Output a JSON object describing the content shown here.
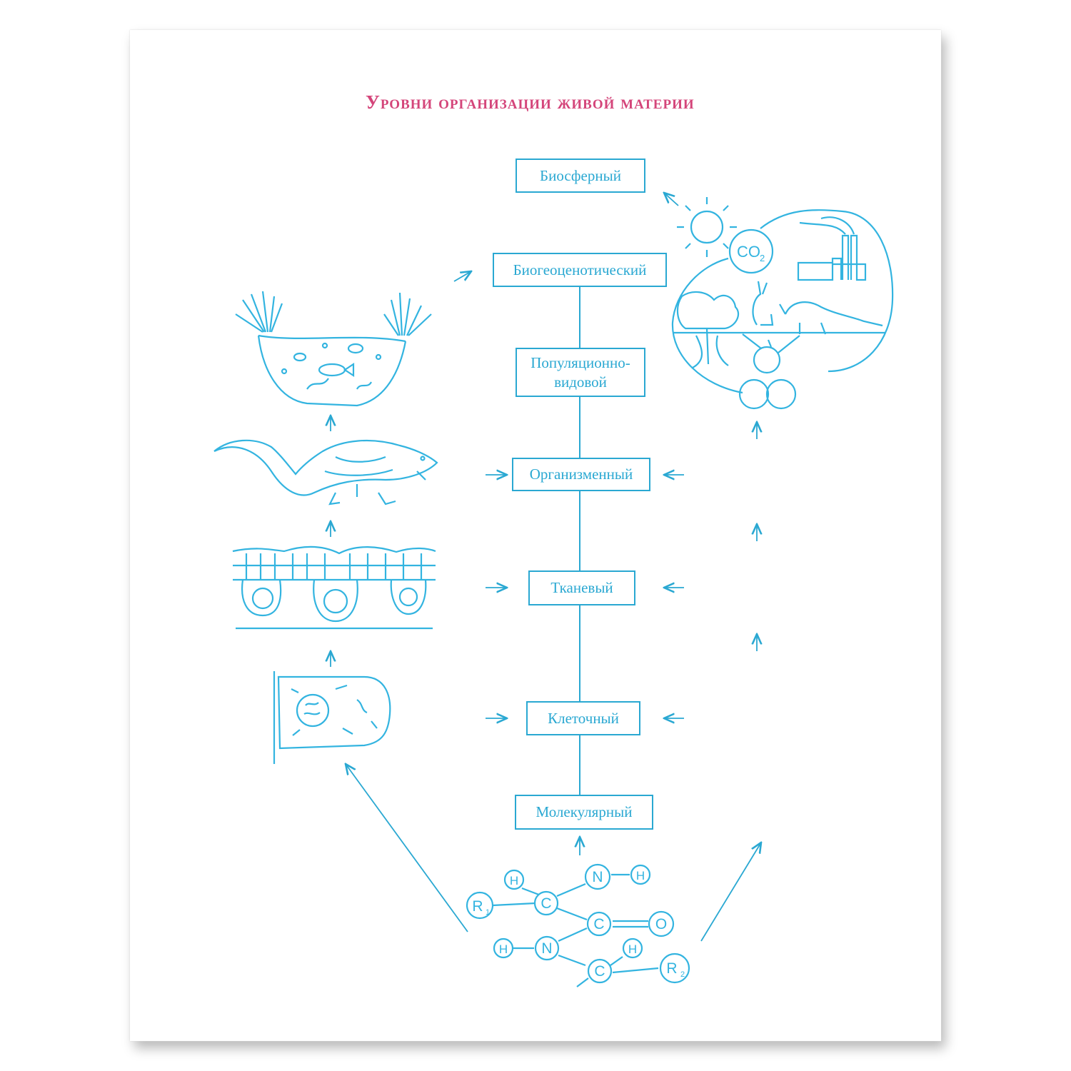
{
  "title": "Уровни организации живой материи",
  "levels": {
    "biosphere": "Биосферный",
    "biogeocenotic": "Биогеоценотический",
    "population_l1": "Популяционно-",
    "population_l2": "видовой",
    "organism": "Организменный",
    "tissue": "Тканевый",
    "cell": "Клеточный",
    "molecular": "Молекулярный"
  },
  "molecule": {
    "r1": "R",
    "r1_sub": "1",
    "r2": "R",
    "r2_sub": "2",
    "h": "H",
    "c": "C",
    "n": "N",
    "o": "O"
  },
  "ecosystem": {
    "co2": "CO",
    "co2_sub": "2"
  },
  "colors": {
    "ink": "#2aa8d2",
    "title": "#d4457a",
    "illustration": "#33b4e0"
  }
}
